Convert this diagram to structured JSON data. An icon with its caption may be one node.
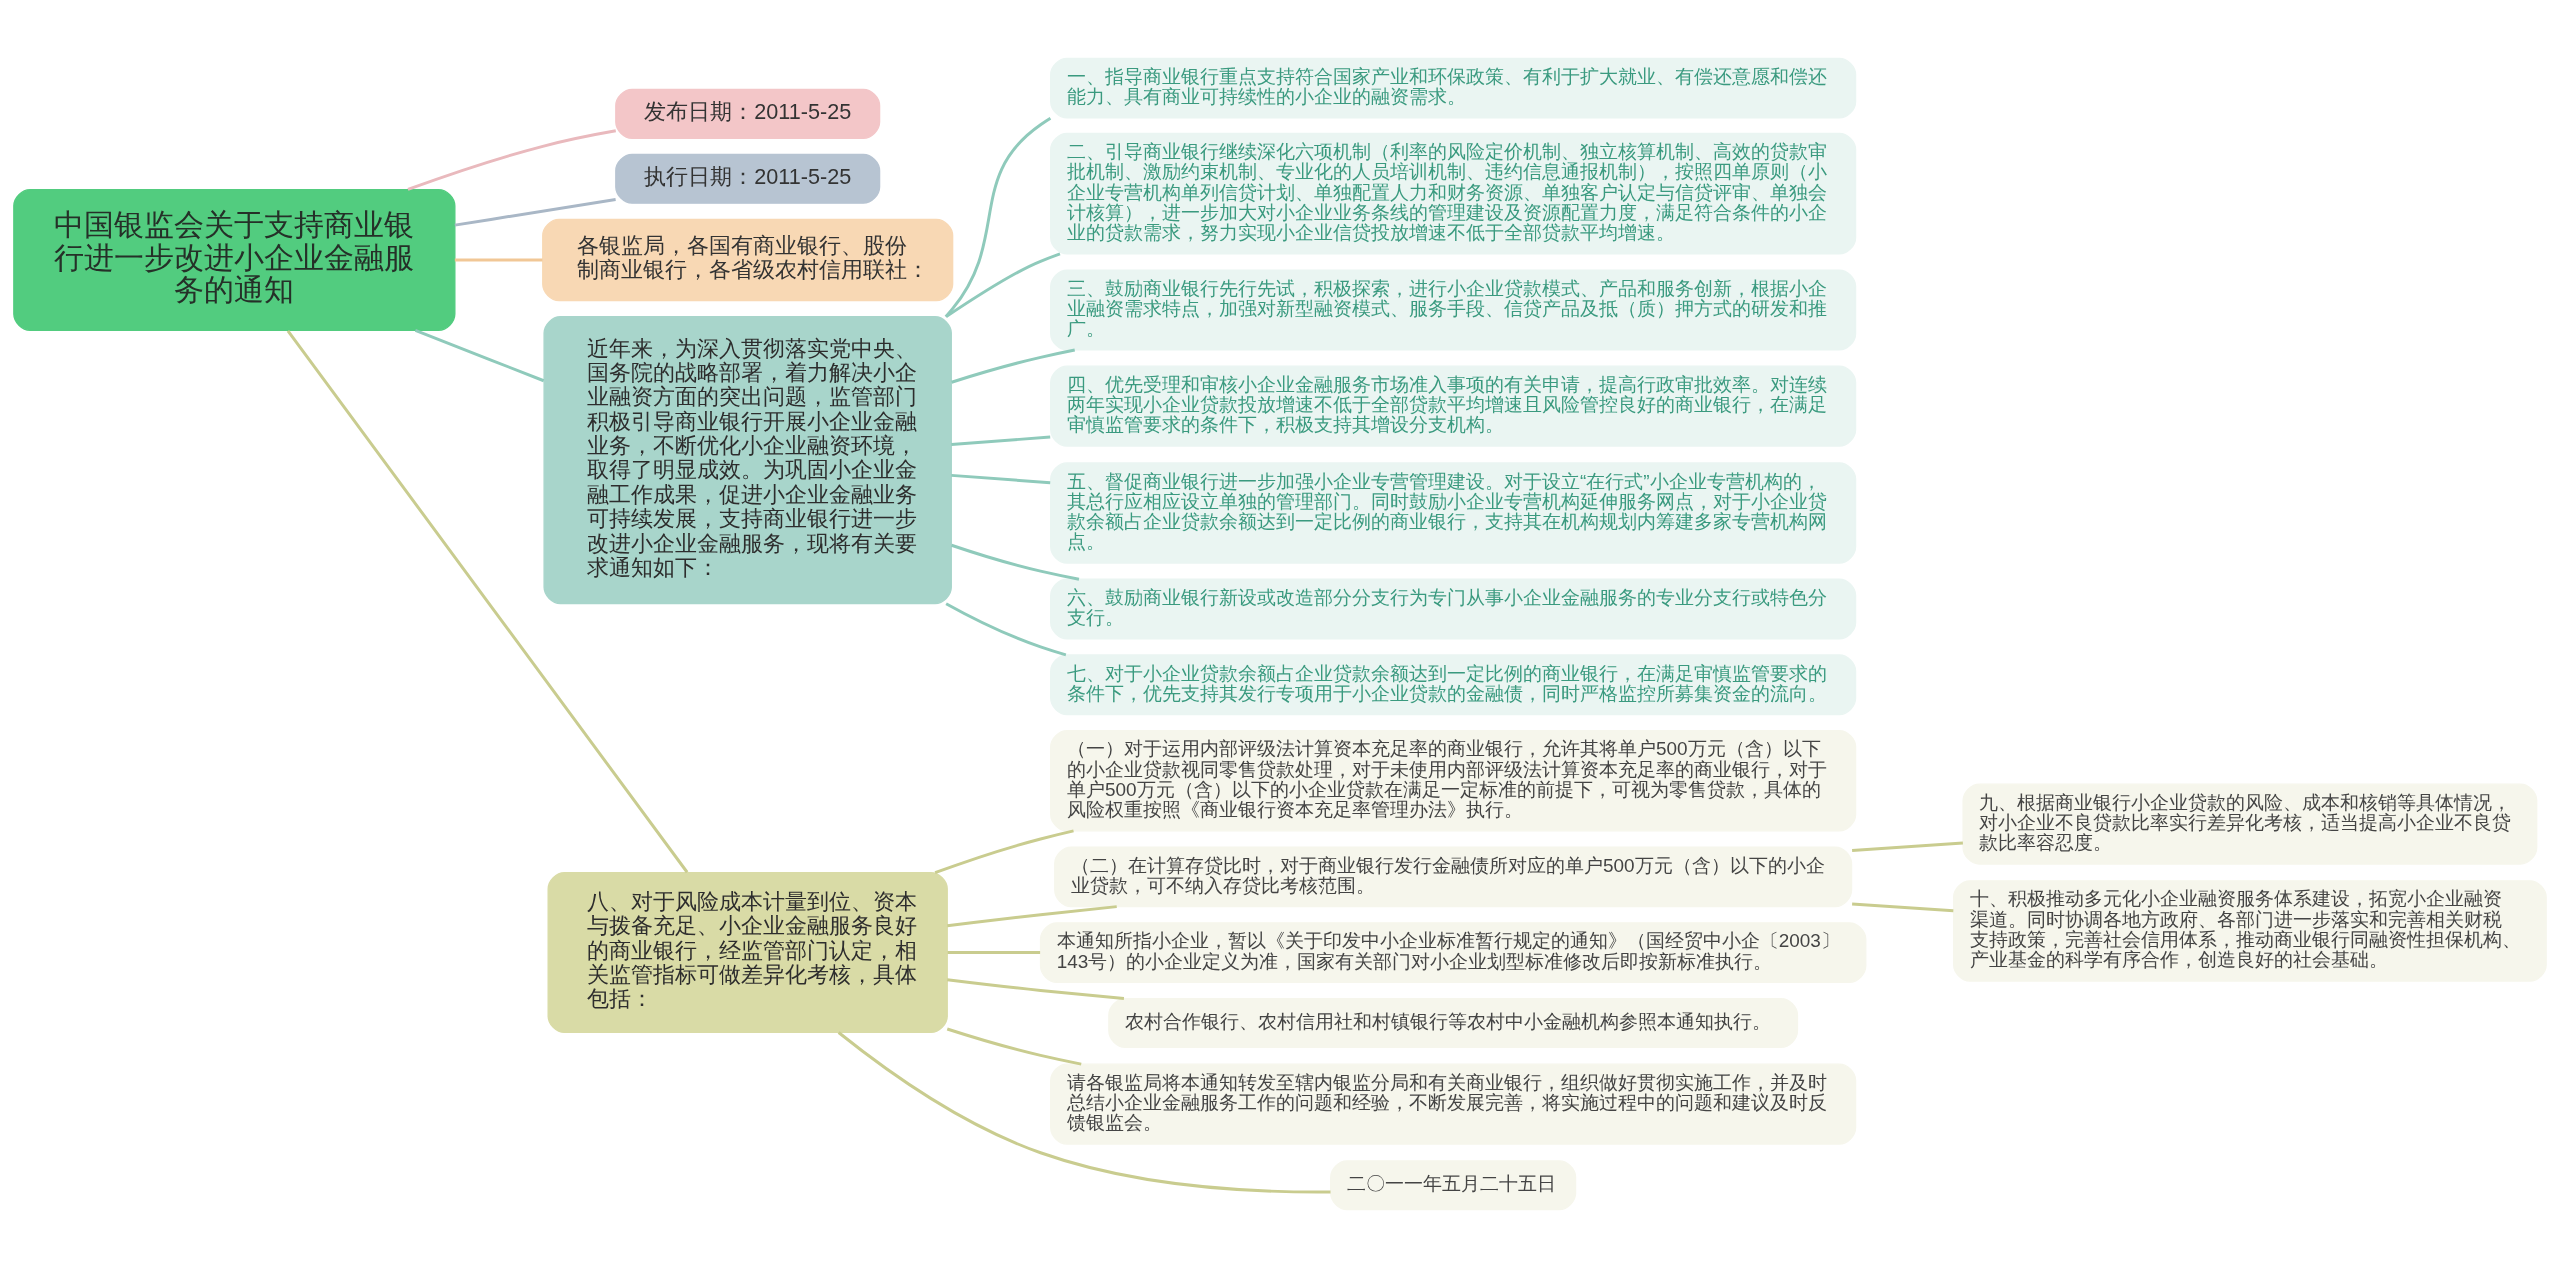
{
  "diagram": {
    "nodes": [
      {
        "text": [
          "中国银监会关于支持商业银行进一步改进小企业金融服务的通知"
        ]
      },
      {
        "text": [
          "发布日期：2011-5-25"
        ]
      },
      {
        "text": [
          "执行日期：2011-5-25"
        ]
      },
      {
        "text": [
          "各银监局，各国有商业银行、股份制商业银行，各省级农村信用联社："
        ]
      },
      {
        "text": [
          "近年来，为深入贯彻落实党中央、国务院的战略部署，着力解决小企业融资方面的突出问题，监管部门积极引导商业银行开展小企业金融业务，不断优化小企业融资环境，取得了明显成效。为巩固小企业金融工作成果，促进小企业金融业务可持续发展，支持商业银行进一步改进小企业金融服务，现将有关要求通知如下："
        ]
      },
      {
        "text": [
          "一、指导商业银行重点支持符合国家产业和环保政策、有利于扩大就业、有偿还意愿和偿还能力、具有商业可持续性的小企业的融资需求。"
        ]
      },
      {
        "text": [
          "二、引导商业银行继续深化六项机制（利率的风险定价机制、独立核算机制、高效的贷款审批机制、激励约束机制、专业化的人员培训机制、违约信息通报机制），按照四单原则（小企业专营机构单列信贷计划、单独配置人力和财务资源、单独客户认定与信贷评审、单独会计核算），进一步加大对小企业业务条线的管理建设及资源配置力度，满足符合条件的小企业的贷款需求，努力实现小企业信贷投放增速不低于全部贷款平均增速。"
        ]
      },
      {
        "text": [
          "三、鼓励商业银行先行先试，积极探索，进行小企业贷款模式、产品和服务创新，根据小企业融资需求特点，加强对新型融资模式、服务手段、信贷产品及抵（质）押方式的研发和推广。"
        ]
      },
      {
        "text": [
          "四、优先受理和审核小企业金融服务市场准入事项的有关申请，提高行政审批效率。对连续两年实现小企业贷款投放增速不低于全部贷款平均增速且风险管控良好的商业银行，在满足审慎监管要求的条件下，积极支持其增设分支机构。"
        ]
      },
      {
        "text": [
          "五、督促商业银行进一步加强小企业专营管理建设。对于设立“在行式”小企业专营机构的，其总行应相应设立单独的管理部门。同时鼓励小企业专营机构延伸服务网点，对于小企业贷款余额占企业贷款余额达到一定比例的商业银行，支持其在机构规划内筹建多家专营机构网点。"
        ]
      },
      {
        "text": [
          "六、鼓励商业银行新设或改造部分分支行为专门从事小企业金融服务的专业分支行或特色分支行。"
        ]
      },
      {
        "text": [
          "七、对于小企业贷款余额占企业贷款余额达到一定比例的商业银行，在满足审慎监管要求的条件下，优先支持其发行专项用于小企业贷款的金融债，同时严格监控所募集资金的流向。"
        ]
      },
      {
        "text": [
          "八、对于风险成本计量到位、资本与拨备充足、小企业金融服务良好的商业银行，经监管部门认定，相关监管指标可做差异化考核，具体包括："
        ]
      },
      {
        "text": [
          "（一）对于运用内部评级法计算资本充足率的商业银行，允许其将单户500万元（含）以下的小企业贷款视同零售贷款处理，对于未使用内部评级法计算资本充足率的商业银行，对于单户500万元（含）以下的小企业贷款在满足一定标准的前提下，可视为零售贷款，具体的风险权重按照《商业银行资本充足率管理办法》执行。"
        ]
      },
      {
        "text": [
          "（二）在计算存贷比时，对于商业银行发行金融债所对应的单户500万元（含）以下的小企业贷款，可不纳入存贷比考核范围。"
        ]
      },
      {
        "text": [
          "九、根据商业银行小企业贷款的风险、成本和核销等具体情况，对小企业不良贷款比率实行差异化考核，适当提高小企业不良贷款比率容忍度。"
        ]
      },
      {
        "text": [
          "十、积极推动多元化小企业融资服务体系建设，拓宽小企业融资渠道。同时协调各地方政府、各部门进一步落实和完善相关财税支持政策，完善社会信用体系，推动商业银行同融资性担保机构、产业基金的科学有序合作，创造良好的社会基础。"
        ]
      },
      {
        "text": [
          "本通知所指小企业，暂以《关于印发中小企业标准暂行规定的通知》（国经贸中小企〔2003〕143号）的小企业定义为准，国家有关部门对小企业划型标准修改后即按新标准执行。"
        ]
      },
      {
        "text": [
          "农村合作银行、农村信用社和村镇银行等农村中小金融机构参照本通知执行。"
        ]
      },
      {
        "text": [
          "请各银监局将本通知转发至辖内银监分局和有关商业银行，组织做好贯彻实施工作，并及时总结小企业金融服务工作的问题和经验，不断发展完善，将实施过程中的问题和建议及时反馈银监会。"
        ]
      },
      {
        "text": [
          "二〇一一年五月二十五日"
        ]
      }
    ],
    "edges": [
      {
        "from": 0,
        "to": 1,
        "arrow": "none",
        "color": "#e9b9bd"
      },
      {
        "from": 0,
        "to": 2,
        "arrow": "none",
        "color": "#a9b7c6"
      },
      {
        "from": 0,
        "to": 3,
        "arrow": "none",
        "color": "#f1c796"
      },
      {
        "from": 0,
        "to": 4,
        "arrow": "none",
        "color": "#8fcabb"
      },
      {
        "from": 4,
        "to": 5,
        "arrow": "none",
        "color": "#8fcabb"
      },
      {
        "from": 4,
        "to": 6,
        "arrow": "none",
        "color": "#8fcabb"
      },
      {
        "from": 4,
        "to": 7,
        "arrow": "none",
        "color": "#8fcabb"
      },
      {
        "from": 4,
        "to": 8,
        "arrow": "none",
        "color": "#8fcabb"
      },
      {
        "from": 4,
        "to": 9,
        "arrow": "none",
        "color": "#8fcabb"
      },
      {
        "from": 4,
        "to": 10,
        "arrow": "none",
        "color": "#8fcabb"
      },
      {
        "from": 4,
        "to": 11,
        "arrow": "none",
        "color": "#8fcabb"
      },
      {
        "from": 0,
        "to": 12,
        "arrow": "none"
      },
      {
        "from": 12,
        "to": 13,
        "arrow": "none"
      },
      {
        "from": 12,
        "to": 14,
        "arrow": "none"
      },
      {
        "from": 14,
        "to": 15,
        "arrow": "none"
      },
      {
        "from": 14,
        "to": 16,
        "arrow": "none"
      },
      {
        "from": 12,
        "to": 17,
        "arrow": "none"
      },
      {
        "from": 12,
        "to": 18,
        "arrow": "none"
      },
      {
        "from": 12,
        "to": 19,
        "arrow": "none"
      },
      {
        "from": 12,
        "to": 20,
        "arrow": "none"
      }
    ]
  }
}
